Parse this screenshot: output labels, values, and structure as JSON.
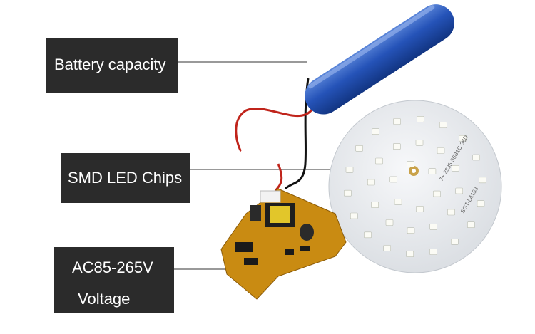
{
  "labels": {
    "battery": "Battery capacity",
    "leds": "SMD LED Chips",
    "voltage_line1": "AC85-265V",
    "voltage_line2": "Voltage"
  },
  "board_markings": {
    "pcb_text_1": "7+ 2835 36B1C 36D",
    "pcb_text_2": "SGT-L4153"
  },
  "colors": {
    "label_background": "#2b2b2b",
    "label_text": "#ffffff",
    "battery": "#1f4fb0",
    "led_board": "#e9ecef",
    "driver_pcb": "#c98b12",
    "wire_red": "#c0241b",
    "wire_black": "#111111"
  }
}
